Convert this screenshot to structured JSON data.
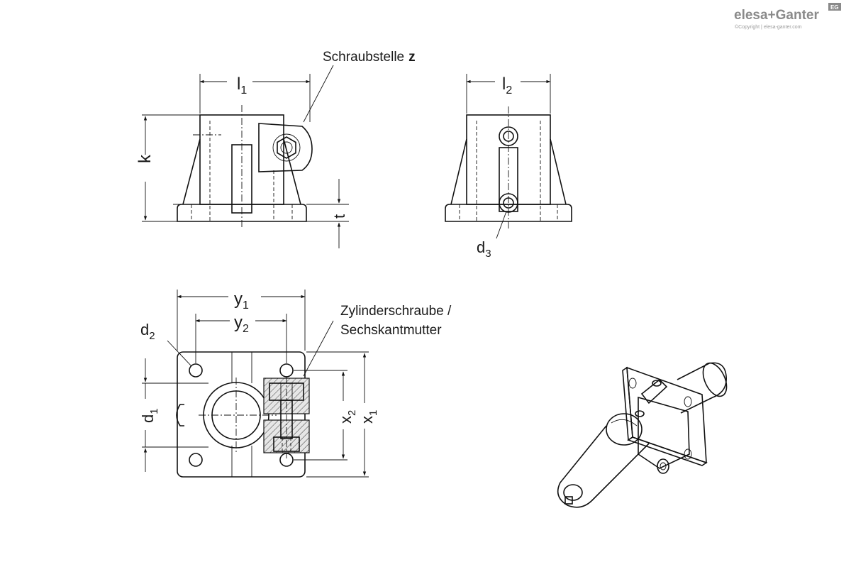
{
  "brand": {
    "logo_text": "elesa+Ganter",
    "copyright": "©Copyright | elesa-ganter.com",
    "badge": "EG"
  },
  "labels": {
    "schraubstelle": "Schraubstelle",
    "schraubstelle_z": "z",
    "zylinderschraube_line1": "Zylinderschraube /",
    "zylinderschraube_line2": "Sechskantmutter"
  },
  "dimensions": {
    "l1": {
      "base": "l",
      "sub": "1"
    },
    "l2": {
      "base": "l",
      "sub": "2"
    },
    "k": {
      "base": "k",
      "sub": ""
    },
    "t": {
      "base": "t",
      "sub": ""
    },
    "d3": {
      "base": "d",
      "sub": "3"
    },
    "y1": {
      "base": "y",
      "sub": "1"
    },
    "y2": {
      "base": "y",
      "sub": "2"
    },
    "d2": {
      "base": "d",
      "sub": "2"
    },
    "d1": {
      "base": "d",
      "sub": "1"
    },
    "x2": {
      "base": "x",
      "sub": "2"
    },
    "x1": {
      "base": "x",
      "sub": "1"
    }
  }
}
